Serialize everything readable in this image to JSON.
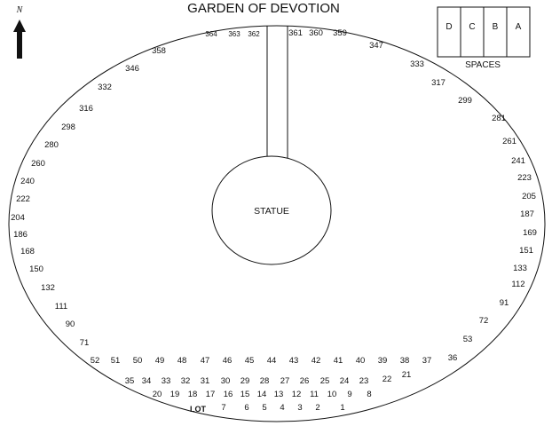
{
  "title": "GARDEN OF DEVOTION",
  "north_label": "N",
  "statue_label": "STATUE",
  "lot_word": "LOT",
  "spaces": {
    "caption": "SPACES",
    "letters": [
      "D",
      "C",
      "B",
      "A"
    ]
  },
  "lot_numbers": [
    "364",
    "363",
    "362",
    "361",
    "360",
    "359",
    "358",
    "347",
    "346",
    "333",
    "332",
    "317",
    "316",
    "299",
    "298",
    "281",
    "280",
    "261",
    "260",
    "241",
    "240",
    "223",
    "222",
    "205",
    "204",
    "187",
    "186",
    "169",
    "168",
    "151",
    "150",
    "133",
    "132",
    "112",
    "111",
    "91",
    "90",
    "72",
    "71",
    "53",
    "52",
    "51",
    "50",
    "49",
    "48",
    "47",
    "46",
    "45",
    "44",
    "43",
    "42",
    "41",
    "40",
    "39",
    "38",
    "37",
    "36",
    "35",
    "34",
    "33",
    "32",
    "31",
    "30",
    "29",
    "28",
    "27",
    "26",
    "25",
    "24",
    "23",
    "22",
    "21",
    "20",
    "19",
    "18",
    "17",
    "16",
    "15",
    "14",
    "13",
    "12",
    "11",
    "10",
    "9",
    "8",
    "7",
    "6",
    "5",
    "4",
    "3",
    "2",
    "1"
  ],
  "colors": {
    "ink": "#111111",
    "paper": "#ffffff"
  },
  "icons": {
    "north_arrow": "north-arrow-icon"
  }
}
